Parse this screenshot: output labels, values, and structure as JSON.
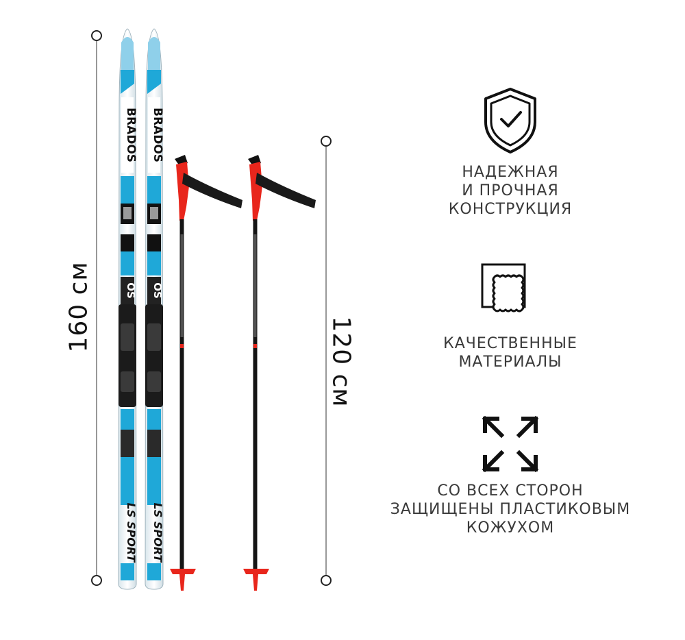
{
  "dimensions": {
    "ski_length": "160 см",
    "pole_length": "120 см"
  },
  "skis": {
    "brand_text": "BRADOS",
    "model_text": "LS SPORT",
    "colors": {
      "blue": "#1fa8d8",
      "black": "#111111",
      "white": "#f4f8fa"
    }
  },
  "poles": {
    "colors": {
      "shaft": "#151515",
      "grip": "#e8261c",
      "strap": "#1a1a1a"
    }
  },
  "features": [
    {
      "icon": "shield-check-icon",
      "text": "НАДЕЖНАЯ\nИ ПРОЧНАЯ\nКОНСТРУКЦИЯ"
    },
    {
      "icon": "material-layers-icon",
      "text": "КАЧЕСТВЕННЫЕ\nМАТЕРИАЛЫ"
    },
    {
      "icon": "expand-arrows-icon",
      "text": "СО ВСЕХ СТОРОН\nЗАЩИЩЕНЫ ПЛАСТИКОВЫМ\nКОЖУХОМ"
    }
  ]
}
